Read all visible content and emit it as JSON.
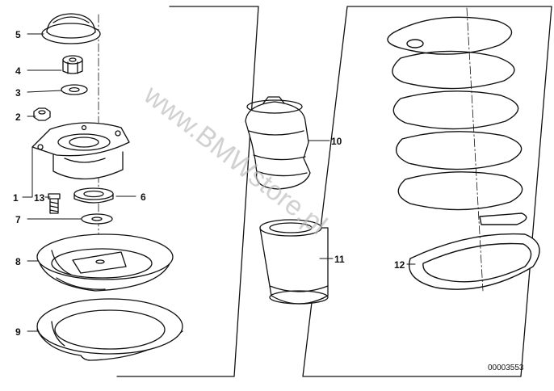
{
  "watermark": "www.BMWstore.pl",
  "part_number": "00003553",
  "callouts": {
    "c1": "1",
    "c2": "2",
    "c3": "3",
    "c4": "4",
    "c5": "5",
    "c6": "6",
    "c7": "7",
    "c8": "8",
    "c9": "9",
    "c10": "10",
    "c11": "11",
    "c12": "12",
    "c13": "13"
  },
  "colors": {
    "line": "#111111",
    "background": "#ffffff",
    "watermark": "#b9b9b9"
  }
}
